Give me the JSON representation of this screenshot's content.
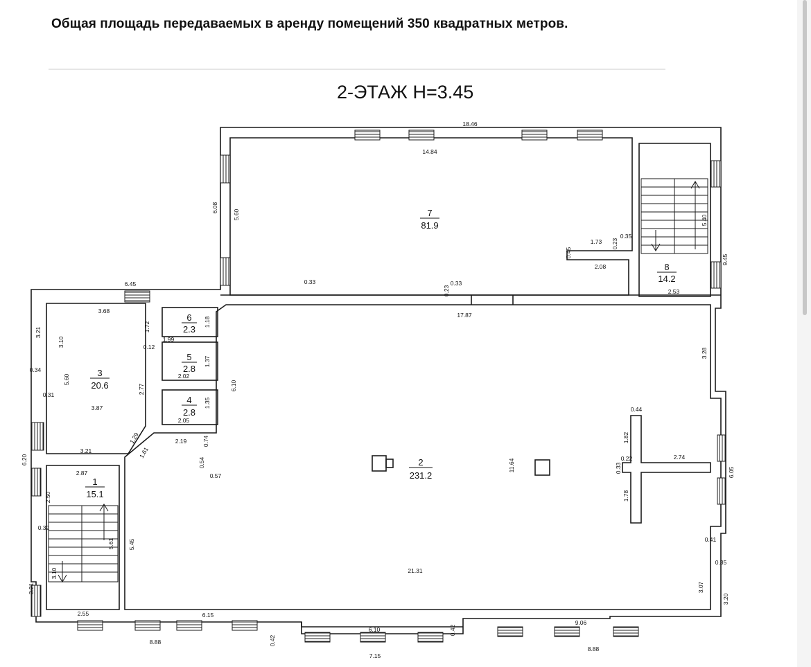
{
  "caption": "Общая площадь передаваемых в аренду помещений 350 квадратных метров.",
  "plan_title": "2-ЭТАЖ  Н=3.45",
  "rooms": [
    {
      "num": "7",
      "area": "81.9"
    },
    {
      "num": "8",
      "area": "14.2"
    },
    {
      "num": "6",
      "area": "2.3"
    },
    {
      "num": "5",
      "area": "2.8"
    },
    {
      "num": "4",
      "area": "2.8"
    },
    {
      "num": "3",
      "area": "20.6"
    },
    {
      "num": "2",
      "area": "231.2"
    },
    {
      "num": "1",
      "area": "15.1"
    }
  ],
  "dimensions": {
    "d1846": "18.46",
    "d1484": "14.84",
    "d608": "6.08",
    "d560a": "5.60",
    "d540": "5.40",
    "d945": "9.45",
    "d045a": "0.45",
    "d173": "1.73",
    "d023a": "0.23",
    "d035a": "0.35",
    "d208": "2.08",
    "d253": "2.53",
    "d033a": "0.33",
    "d023b": "0.23",
    "d033b": "0.33",
    "d1787": "17.87",
    "d645": "6.45",
    "d368": "3.68",
    "d172": "1.72",
    "d118": "1.18",
    "d321a": "3.21",
    "d310": "3.10",
    "d199": "1.99",
    "d012": "0.12",
    "d034a": "0.34",
    "d560b": "5.60",
    "d031": "0.31",
    "d387": "3.87",
    "d277": "2.77",
    "d202": "2.02",
    "d137": "1.37",
    "d205": "2.05",
    "d135": "1.35",
    "d610a": "6.10",
    "d328": "3.28",
    "d129": "1.29",
    "d219": "2.19",
    "d074": "0.74",
    "d161": "1.61",
    "d054": "0.54",
    "d057": "0.57",
    "d620": "6.20",
    "d321b": "3.21",
    "d287": "2.87",
    "d250": "2.50",
    "d044": "0.44",
    "d182": "1.82",
    "d274": "2.74",
    "d033c": "0.33",
    "d022": "0.22",
    "d605": "6.05",
    "d1164": "11.64",
    "d178": "1.78",
    "d032": "0.32",
    "d561": "5.61",
    "d545": "5.45",
    "d041": "0.41",
    "d035b": "0.35",
    "d310b": "3.10",
    "d2131": "21.31",
    "d307": "3.07",
    "d321c": "3.21",
    "d320": "3.20",
    "d255": "2.55",
    "d615": "6.15",
    "d906": "9.06",
    "d888a": "8.88",
    "d042a": "0.42",
    "d610b": "6.10",
    "d042b": "0.42",
    "d715": "7.15",
    "d888b": "8.88"
  }
}
